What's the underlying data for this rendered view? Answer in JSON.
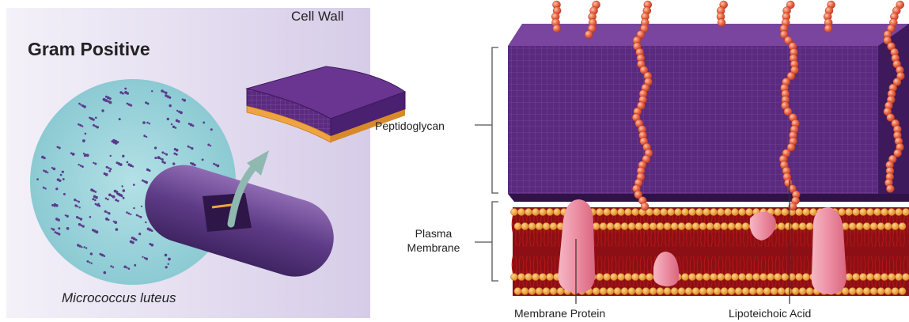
{
  "left_panel": {
    "title": "Gram Positive",
    "cell_wall_label": "Cell Wall",
    "specimen_label": "Micrococcus luteus"
  },
  "right_panel": {
    "labels": {
      "peptidoglycan": "Peptidoglycan",
      "plasma_membrane_line1": "Plasma",
      "plasma_membrane_line2": "Membrane",
      "membrane_protein": "Membrane Protein",
      "lipoteichoic_acid": "Lipoteichoic Acid"
    }
  },
  "colors": {
    "panel_bg_light": "#f3f0f9",
    "panel_bg_dark": "#d9d0ea",
    "micrograph_bg": "#9fd7df",
    "bacteria": "#5b3a8c",
    "peptidoglycan_face": "#5a2a7e",
    "peptidoglycan_top": "#6a3590",
    "peptidoglycan_side": "#3e1a5c",
    "orange_layer": "#f0a441",
    "phospholipid_head": "#f3a13f",
    "lipid_tail": "#b01616",
    "protein": "#e98aa0",
    "lipoteichoic_bead": "#ee6f4d",
    "arrow": "#8fb9b0"
  }
}
